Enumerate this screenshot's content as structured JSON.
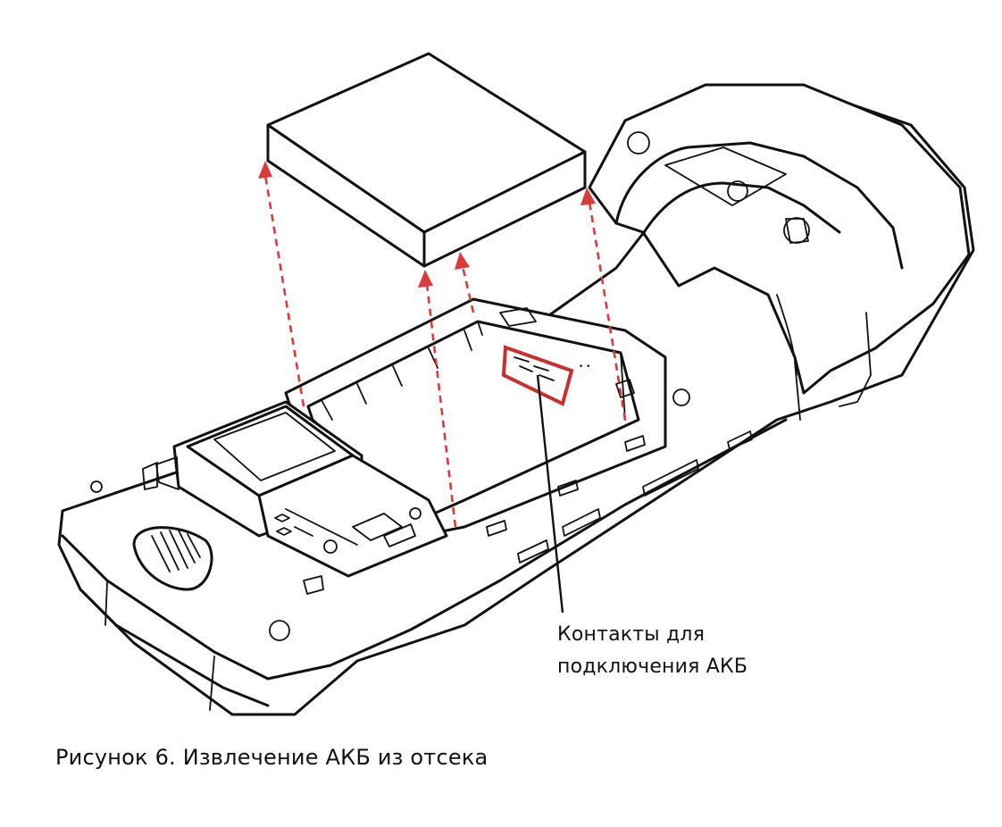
{
  "callout": {
    "line1": "Контакты для",
    "line2": "подключения АКБ"
  },
  "caption": "Рисунок 6. Извлечение АКБ из отсека",
  "colors": {
    "arrow": "#d93a3a",
    "highlight": "#c8302f",
    "line": "#111111"
  }
}
